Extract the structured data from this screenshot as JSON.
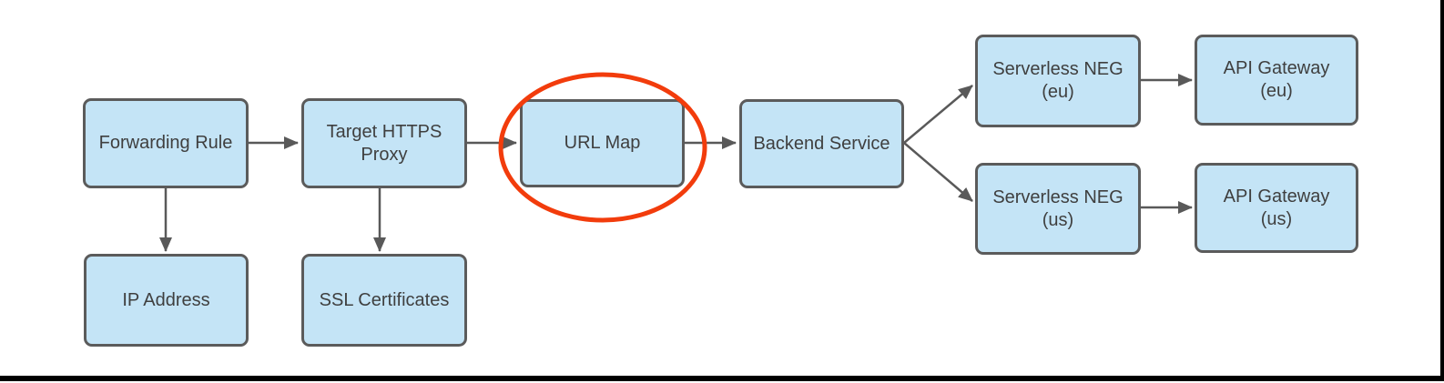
{
  "colors": {
    "background": "#ffffff",
    "node_fill": "#c4e4f6",
    "node_border": "#5b5b5b",
    "node_text": "#3f3f3f",
    "arrow": "#595959",
    "highlight": "#f23c0c",
    "frame": "#000000"
  },
  "nodes": [
    {
      "id": "forwarding-rule",
      "label": "Forwarding Rule"
    },
    {
      "id": "target-https-proxy",
      "label": "Target HTTPS\nProxy"
    },
    {
      "id": "url-map",
      "label": "URL Map",
      "highlighted": true
    },
    {
      "id": "backend-service",
      "label": "Backend Service"
    },
    {
      "id": "serverless-neg-eu",
      "label": "Serverless NEG\n(eu)"
    },
    {
      "id": "api-gateway-eu",
      "label": "API Gateway\n(eu)"
    },
    {
      "id": "serverless-neg-us",
      "label": "Serverless NEG\n(us)"
    },
    {
      "id": "api-gateway-us",
      "label": "API Gateway\n(us)"
    },
    {
      "id": "ip-address",
      "label": "IP Address"
    },
    {
      "id": "ssl-certificates",
      "label": "SSL Certificates"
    }
  ],
  "edges": [
    {
      "from": "forwarding-rule",
      "to": "target-https-proxy"
    },
    {
      "from": "target-https-proxy",
      "to": "url-map"
    },
    {
      "from": "url-map",
      "to": "backend-service"
    },
    {
      "from": "backend-service",
      "to": "serverless-neg-eu"
    },
    {
      "from": "backend-service",
      "to": "serverless-neg-us"
    },
    {
      "from": "serverless-neg-eu",
      "to": "api-gateway-eu"
    },
    {
      "from": "serverless-neg-us",
      "to": "api-gateway-us"
    },
    {
      "from": "forwarding-rule",
      "to": "ip-address"
    },
    {
      "from": "target-https-proxy",
      "to": "ssl-certificates"
    }
  ],
  "annotations": [
    {
      "type": "ellipse",
      "target": "url-map",
      "color": "#f23c0c"
    }
  ]
}
